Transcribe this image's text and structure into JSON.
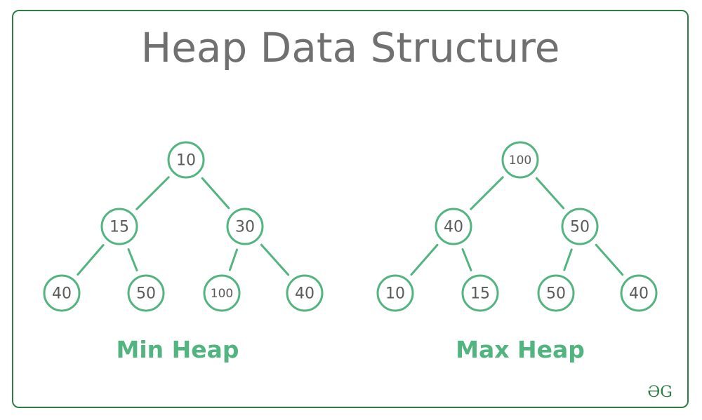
{
  "title": "Heap Data Structure",
  "colors": {
    "border": "#2e7d45",
    "accent": "#52b47f",
    "title": "#707070",
    "node_text": "#5a5a5a"
  },
  "heaps": [
    {
      "label": "Min Heap",
      "nodes": [
        "10",
        "15",
        "30",
        "40",
        "50",
        "100",
        "40"
      ]
    },
    {
      "label": "Max Heap",
      "nodes": [
        "100",
        "40",
        "50",
        "10",
        "15",
        "50",
        "40"
      ]
    }
  ],
  "logo": "ƏG"
}
